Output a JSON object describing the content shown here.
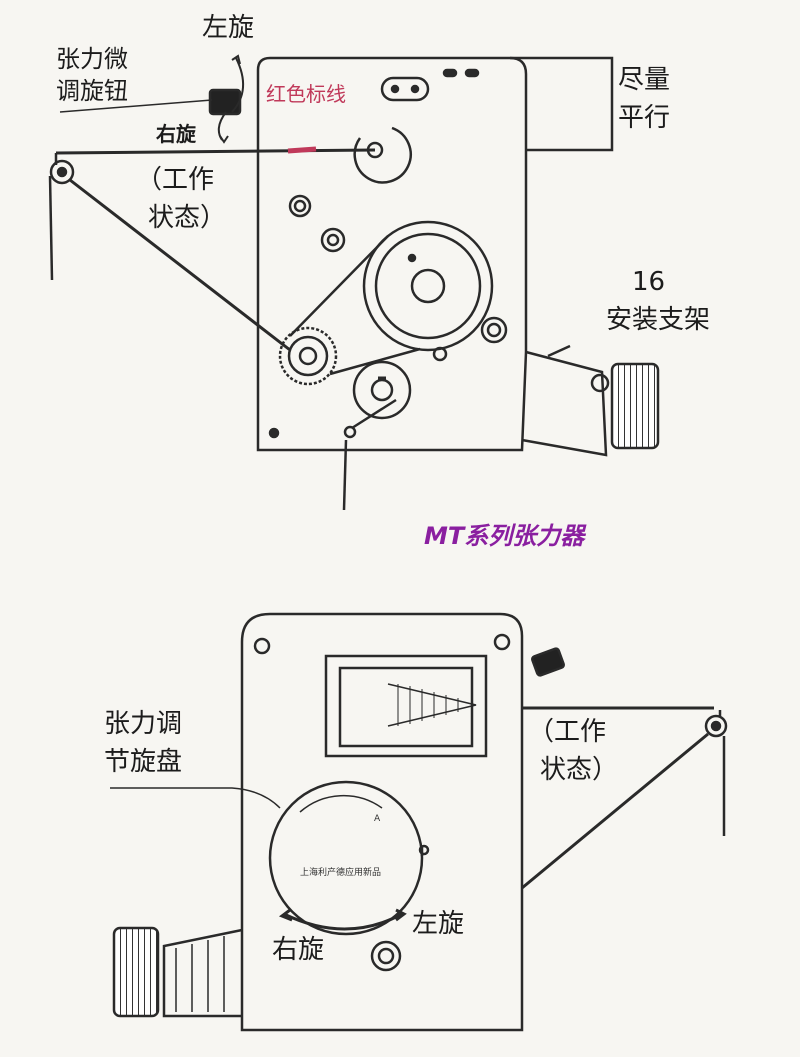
{
  "top_diagram": {
    "label_left_rotate": "左旋",
    "label_fine_knob_line1": "张力微",
    "label_fine_knob_line2": "调旋钮",
    "label_right_rotate": "右旋",
    "label_red_line": "红色标线",
    "label_parallel_line1": "尽量",
    "label_parallel_line2": "平行",
    "label_working_line1": "（工作",
    "label_working_line2": "状态）",
    "label_bracket_num": "16",
    "label_bracket_text": "安装支架",
    "title": "MT系列张力器"
  },
  "bottom_diagram": {
    "label_dial_line1": "张力调",
    "label_dial_line2": "节旋盘",
    "label_working_line1": "（工作",
    "label_working_line2": "状态）",
    "label_right_rotate": "右旋",
    "label_left_rotate": "左旋",
    "dial_small_text": "A",
    "dial_inner_text": "上海利产德应用新品"
  },
  "colors": {
    "line": "#2a2a2a",
    "background": "#f7f6f2",
    "red_marker": "#c0395a",
    "title": "#8a1fa0"
  }
}
